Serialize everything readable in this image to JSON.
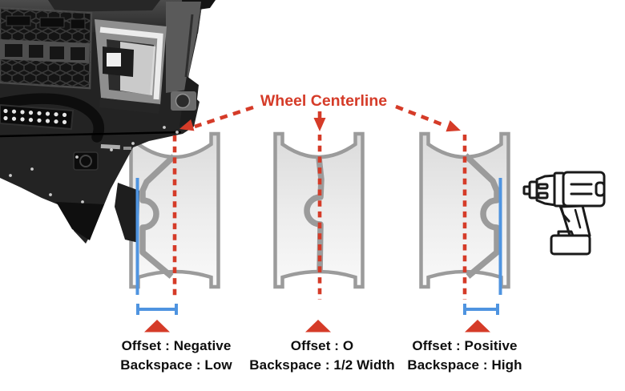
{
  "title": {
    "text": "Wheel Centerline"
  },
  "colors": {
    "accent_red": "#d53b28",
    "measure_blue": "#4f94e0",
    "wheel_outline_gray": "#9b9b9b"
  },
  "wheels": [
    {
      "name": "negative-offset-wheel",
      "hub_position": "inboard",
      "offset_label": "Offset : Negative",
      "backspace_label": "Backspace : Low"
    },
    {
      "name": "zero-offset-wheel",
      "hub_position": "center",
      "offset_label": "Offset : O",
      "backspace_label": "Backspace : 1/2 Width"
    },
    {
      "name": "positive-offset-wheel",
      "hub_position": "outboard",
      "offset_label": "Offset : Positive",
      "backspace_label": "Backspace : High"
    }
  ],
  "icons": {
    "truck": "pickup-truck-front-photo",
    "tool": "impact-wrench-icon"
  }
}
